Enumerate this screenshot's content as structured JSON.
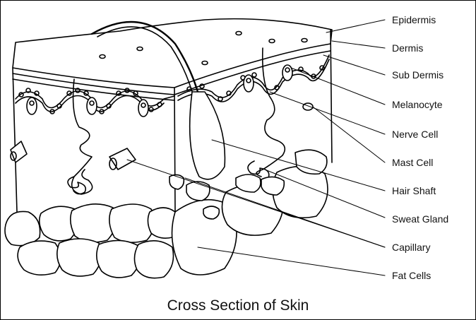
{
  "title": "Cross Section of Skin",
  "labels": {
    "epidermis": "Epidermis",
    "dermis": "Dermis",
    "sub_dermis": "Sub Dermis",
    "melanocyte": "Melanocyte",
    "nerve_cell": "Nerve Cell",
    "mast_cell": "Mast Cell",
    "hair_shaft": "Hair Shaft",
    "sweat_gland": "Sweat Gland",
    "capillary": "Capillary",
    "fat_cells": "Fat Cells"
  }
}
